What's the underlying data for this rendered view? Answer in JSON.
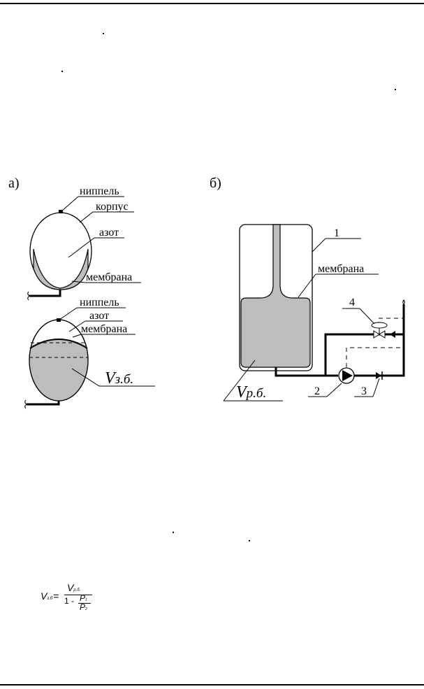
{
  "panel_a": {
    "letter": "а)",
    "top_vessel": {
      "nipple": "ниппель",
      "body": "корпус",
      "gas": "азот",
      "membrane": "мембрана"
    },
    "bottom_vessel": {
      "nipple": "ниппель",
      "gas": "азот",
      "membrane": "мембрана",
      "volume_main": "V",
      "volume_sub": "з.б."
    }
  },
  "panel_b": {
    "letter": "б)",
    "tank_number": "1",
    "membrane": "мембрана",
    "volume_main": "V",
    "volume_sub": "р.б.",
    "pump_number": "2",
    "valve3_number": "3",
    "valve4_number": "4"
  },
  "formula": {
    "lhs": "V",
    "lhs_sub": "з.б",
    "equals": "=",
    "num": "V",
    "num_sub": "р.б.",
    "den_one": "1 -",
    "frac_num": "P",
    "frac_num_sub": "1",
    "frac_den": "P",
    "frac_den_sub": "2"
  }
}
